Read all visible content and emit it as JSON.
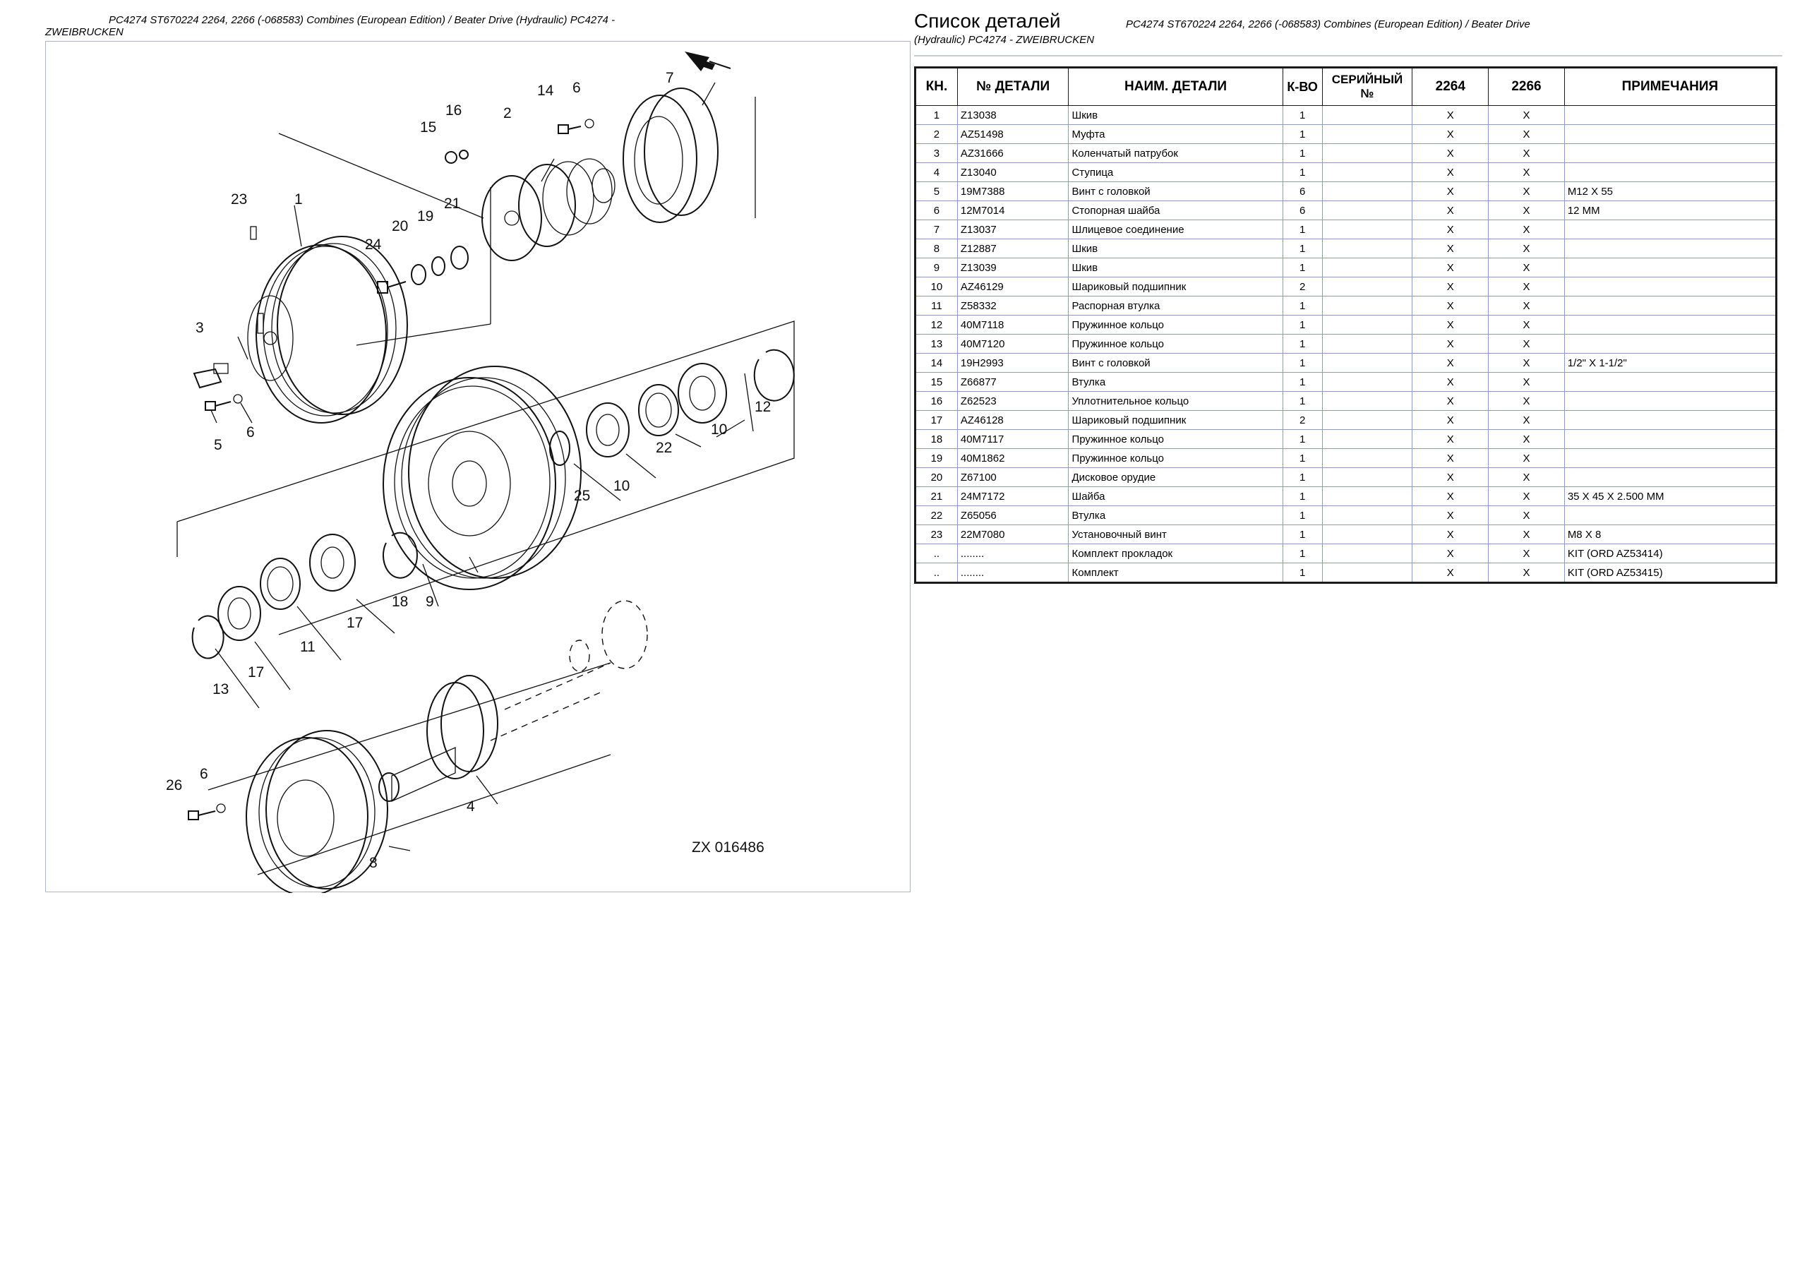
{
  "caption": {
    "line1": "PC4274 ST670224 2264, 2266 (-068583) Combines (European Edition) / Beater Drive (Hydraulic) PC4274 -",
    "line2": "ZWEIBRUCKEN"
  },
  "diagram": {
    "reference": "ZX 016486",
    "callouts": [
      "1",
      "2",
      "3",
      "4",
      "5",
      "6",
      "7",
      "8",
      "9",
      "10",
      "11",
      "12",
      "13",
      "14",
      "15",
      "16",
      "17",
      "18",
      "19",
      "20",
      "21",
      "22",
      "23",
      "24",
      "25",
      "26"
    ]
  },
  "parts_list": {
    "title": "Список деталей",
    "subtitle_line1": "PC4274 ST670224 2264, 2266 (-068583) Combines (European Edition) / Beater Drive",
    "subtitle_line2": "(Hydraulic) PC4274 - ZWEIBRUCKEN",
    "columns": [
      "КН.",
      "№ ДЕТАЛИ",
      "НАИМ. ДЕТАЛИ",
      "К-ВО",
      "СЕРИЙНЫЙ №",
      "2264",
      "2266",
      "ПРИМЕЧАНИЯ"
    ],
    "rows": [
      [
        "1",
        "Z13038",
        "Шкив",
        "1",
        "",
        "X",
        "X",
        ""
      ],
      [
        "2",
        "AZ51498",
        "Муфта",
        "1",
        "",
        "X",
        "X",
        ""
      ],
      [
        "3",
        "AZ31666",
        "Коленчатый патрубок",
        "1",
        "",
        "X",
        "X",
        ""
      ],
      [
        "4",
        "Z13040",
        "Ступица",
        "1",
        "",
        "X",
        "X",
        ""
      ],
      [
        "5",
        "19M7388",
        "Винт с головкой",
        "6",
        "",
        "X",
        "X",
        "M12 X 55"
      ],
      [
        "6",
        "12M7014",
        "Стопорная шайба",
        "6",
        "",
        "X",
        "X",
        "12 MM"
      ],
      [
        "7",
        "Z13037",
        "Шлицевое соединение",
        "1",
        "",
        "X",
        "X",
        ""
      ],
      [
        "8",
        "Z12887",
        "Шкив",
        "1",
        "",
        "X",
        "X",
        ""
      ],
      [
        "9",
        "Z13039",
        "Шкив",
        "1",
        "",
        "X",
        "X",
        ""
      ],
      [
        "10",
        "AZ46129",
        "Шариковый подшипник",
        "2",
        "",
        "X",
        "X",
        ""
      ],
      [
        "11",
        "Z58332",
        "Распорная втулка",
        "1",
        "",
        "X",
        "X",
        ""
      ],
      [
        "12",
        "40M7118",
        "Пружинное кольцо",
        "1",
        "",
        "X",
        "X",
        ""
      ],
      [
        "13",
        "40M7120",
        "Пружинное кольцо",
        "1",
        "",
        "X",
        "X",
        ""
      ],
      [
        "14",
        "19H2993",
        "Винт с головкой",
        "1",
        "",
        "X",
        "X",
        "1/2\" X 1-1/2\""
      ],
      [
        "15",
        "Z66877",
        "Втулка",
        "1",
        "",
        "X",
        "X",
        ""
      ],
      [
        "16",
        "Z62523",
        "Уплотнительное кольцо",
        "1",
        "",
        "X",
        "X",
        ""
      ],
      [
        "17",
        "AZ46128",
        "Шариковый подшипник",
        "2",
        "",
        "X",
        "X",
        ""
      ],
      [
        "18",
        "40M7117",
        "Пружинное кольцо",
        "1",
        "",
        "X",
        "X",
        ""
      ],
      [
        "19",
        "40M1862",
        "Пружинное кольцо",
        "1",
        "",
        "X",
        "X",
        ""
      ],
      [
        "20",
        "Z67100",
        "Дисковое орудие",
        "1",
        "",
        "X",
        "X",
        ""
      ],
      [
        "21",
        "24M7172",
        "Шайба",
        "1",
        "",
        "X",
        "X",
        "35 X 45 X 2.500 MM"
      ],
      [
        "22",
        "Z65056",
        "Втулка",
        "1",
        "",
        "X",
        "X",
        ""
      ],
      [
        "23",
        "22M7080",
        "Установочный винт",
        "1",
        "",
        "X",
        "X",
        "M8 X 8"
      ],
      [
        "..",
        "........",
        "Комплект прокладок",
        "1",
        "",
        "X",
        "X",
        "KIT (ORD AZ53414)"
      ],
      [
        "..",
        "........",
        "Комплект",
        "1",
        "",
        "X",
        "X",
        "KIT (ORD AZ53415)"
      ]
    ]
  }
}
